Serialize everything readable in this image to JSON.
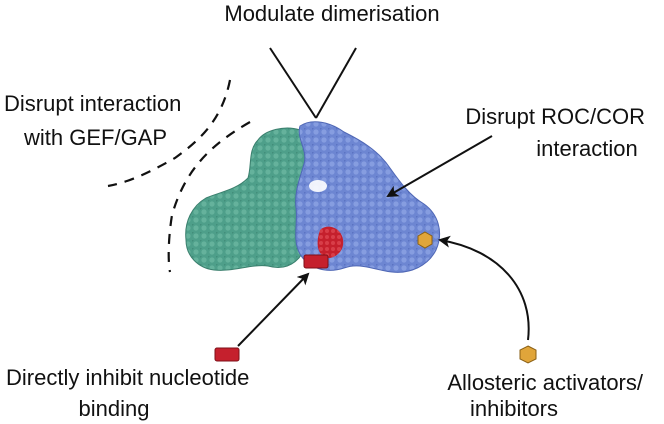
{
  "labels": {
    "modulate": "Modulate dimerisation",
    "gef_line1": "Disrupt interaction",
    "gef_line2": "with GEF/GAP",
    "roc_line1": "Disrupt ROC/COR",
    "roc_line2": "interaction",
    "nuc_line1": "Directly inhibit nucleotide",
    "nuc_line2": "binding",
    "allo_line1": "Allosteric activators/",
    "allo_line2": "inhibitors"
  },
  "icons": {
    "protein": "protein-surface-icon",
    "inhibitor": "red-rectangle-icon",
    "modulator": "orange-hexagon-icon"
  },
  "colors": {
    "protein_teal": "#4e9f8a",
    "protein_blue": "#6d86d2",
    "ligand_red": "#c5202d",
    "modulator_orange": "#e0a53a",
    "line": "#111111"
  }
}
